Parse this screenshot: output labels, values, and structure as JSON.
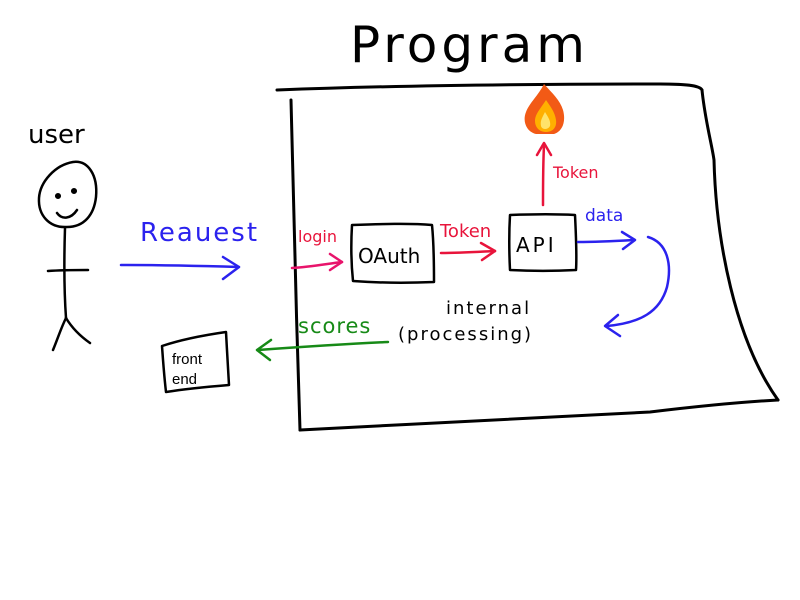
{
  "title": "Program",
  "actor": {
    "label": "user"
  },
  "flows": {
    "request": "Reauest",
    "login": "login",
    "token_1": "Token",
    "token_2": "Token",
    "data": "data",
    "scores": "scores"
  },
  "nodes": {
    "oauth": "OAuth",
    "api": "API",
    "internal_line1": "internal",
    "internal_line2": "(processing)",
    "frontend_line1": "front",
    "frontend_line2": "end"
  },
  "icons": {
    "fire": "fire-icon"
  },
  "colors": {
    "ink": "#000000",
    "request": "#2b22ee",
    "token": "#e8143b",
    "login": "#e8146b",
    "data": "#2b22ee",
    "scores": "#178a17",
    "fire_outer": "#f25a16",
    "fire_inner": "#ffb000"
  }
}
